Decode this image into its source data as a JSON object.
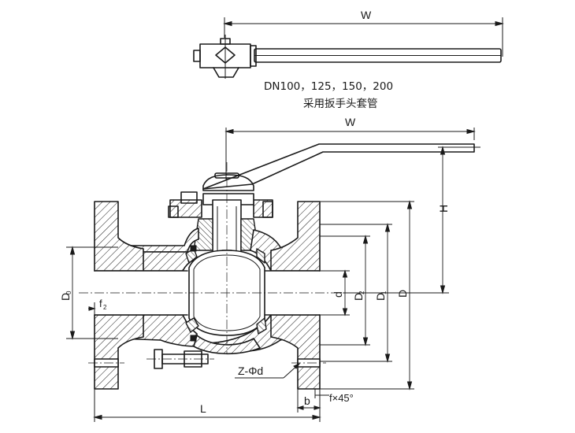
{
  "notes": {
    "line1": "DN100，125，150，200",
    "line2": "采用扳手头套管"
  },
  "dimensions": {
    "w_top": "W",
    "w_main": "W",
    "h": "H",
    "d0": "D",
    "d0_sub": "0",
    "f2": "f",
    "f2_sub": "2",
    "d_small": "d",
    "d2": "D",
    "d2_sub": "2",
    "d1": "D",
    "d1_sub": "1",
    "d_outer": "D",
    "l": "L",
    "b": "b",
    "chamfer": "f×45°",
    "bolt_holes": "Z-Φd"
  }
}
